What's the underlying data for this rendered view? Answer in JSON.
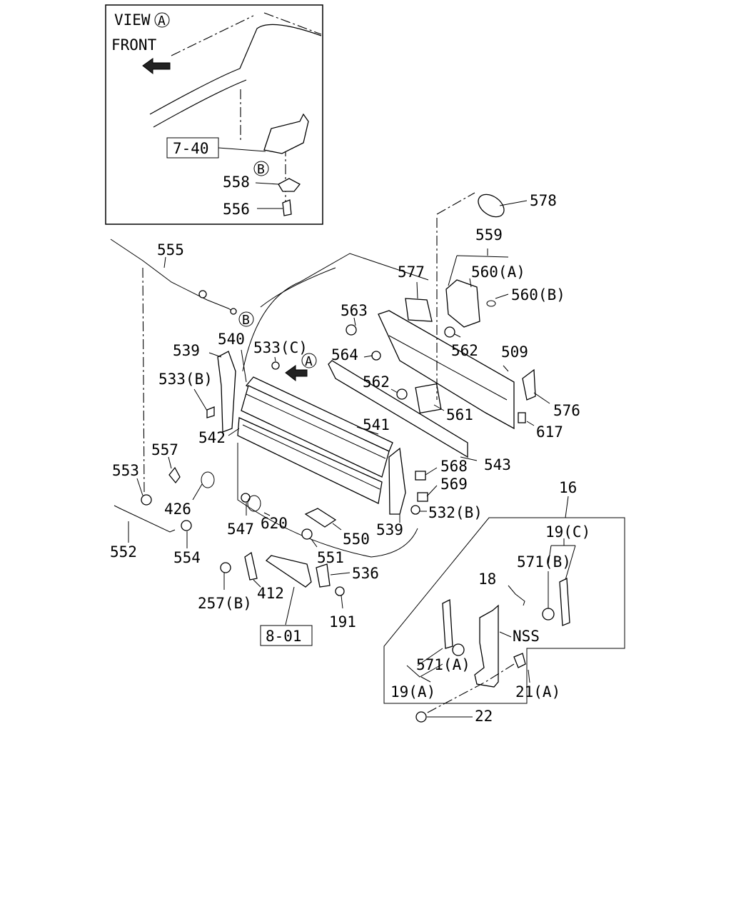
{
  "view": {
    "title": "VIEW",
    "title_marker": "A",
    "direction": "FRONT",
    "refs": {
      "ref_740": "7-40",
      "ref_801": "8-01"
    },
    "circle_b": "B",
    "circle_a": "A"
  },
  "parts": {
    "p578": "578",
    "p559": "559",
    "p560a": "560(A)",
    "p560b": "560(B)",
    "p577": "577",
    "p563": "563",
    "p564": "564",
    "p562a": "562",
    "p562b": "562",
    "p509": "509",
    "p576": "576",
    "p561": "561",
    "p617": "617",
    "p555": "555",
    "p558": "558",
    "p556": "556",
    "p539a": "539",
    "p540": "540",
    "p533c": "533(C)",
    "p533b": "533(B)",
    "p542": "542",
    "p541": "541",
    "p543": "543",
    "p568": "568",
    "p569": "569",
    "p532b": "532(B)",
    "p539b": "539",
    "p557": "557",
    "p553": "553",
    "p426": "426",
    "p547": "547",
    "p620": "620",
    "p550": "550",
    "p551": "551",
    "p552": "552",
    "p554": "554",
    "p536": "536",
    "p412": "412",
    "p257b": "257(B)",
    "p191": "191",
    "p16": "16",
    "p19c": "19(C)",
    "p571b": "571(B)",
    "p18": "18",
    "pnss": "NSS",
    "p571a": "571(A)",
    "p19a": "19(A)",
    "p21a": "21(A)",
    "p22": "22"
  }
}
